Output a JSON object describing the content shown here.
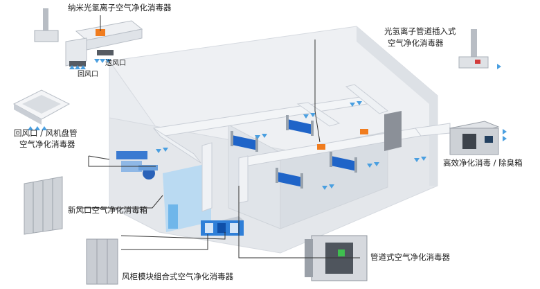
{
  "labels": {
    "nano_purifier": "纳米光氢离子空气净化消毒器",
    "supply_outlet": "送风口",
    "return_outlet": "回风口",
    "duct_insert_line1": "光氢离子管道插入式",
    "duct_insert_line2": "空气净化消毒器",
    "fan_coil_line1": "回风口 / 风机盘管",
    "fan_coil_line2": "空气净化消毒器",
    "high_eff_box": "高效净化消毒 / 除臭箱",
    "fresh_air_box": "新风口空气净化消毒箱",
    "ahu_module": "风柜模块组合式空气净化消毒器",
    "duct_type": "管道式空气净化消毒器"
  },
  "colors": {
    "wall": "#eef0f3",
    "floor": "#e6e8ec",
    "duct": "#f3f5f7",
    "duct_edge": "#c9ced6",
    "bed_blue": "#1f64c8",
    "accent_orange": "#f07c1e",
    "clean_room_blue": "#a8d4f5",
    "airflow_blue": "#4a9fe0",
    "leader_line": "#333333"
  },
  "icons": [
    "airflow-arrow-icon",
    "hospital-bed-icon",
    "purifier-unit-icon"
  ]
}
